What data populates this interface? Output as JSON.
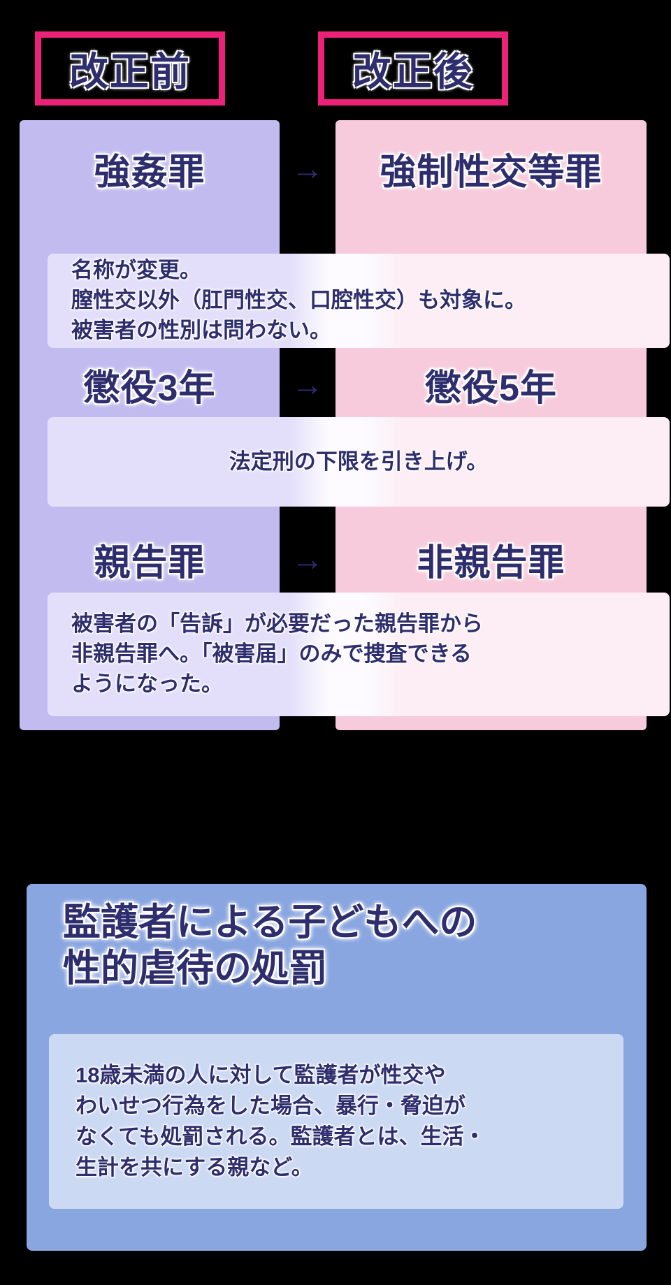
{
  "headers": {
    "before": "改正前",
    "after": "改正後",
    "border_color": "#ec2279",
    "text_color": "#2e2d6e"
  },
  "columns": {
    "left_color": "#c2bbf0",
    "right_color": "#f7cadc"
  },
  "arrow_glyph": "→",
  "rows": [
    {
      "before": "強姦罪",
      "after": "強制性交等罪",
      "description_lines": [
        "名称が変更。",
        "膣性交以外（肛門性交、口腔性交）も対象に。",
        "被害者の性別は問わない。"
      ]
    },
    {
      "before": "懲役3年",
      "after": "懲役5年",
      "description_lines": [
        "法定刑の下限を引き上げ。"
      ]
    },
    {
      "before": "親告罪",
      "after": "非親告罪",
      "description_lines": [
        "被害者の「告訴」が必要だった親告罪から",
        "非親告罪へ。「被害届」のみで捜査できる",
        "ようになった。"
      ]
    }
  ],
  "bottom_panel": {
    "panel_color": "#8aa6e1",
    "inner_color": "#ccd9f2",
    "title_lines": [
      "監護者による子どもへの",
      "性的虐待の処罰"
    ],
    "description_lines": [
      "18歳未満の人に対して監護者が性交や",
      "わいせつ行為をした場合、暴行・脅迫が",
      "なくても処罰される。監護者とは、生活・",
      "生計を共にする親など。"
    ]
  }
}
